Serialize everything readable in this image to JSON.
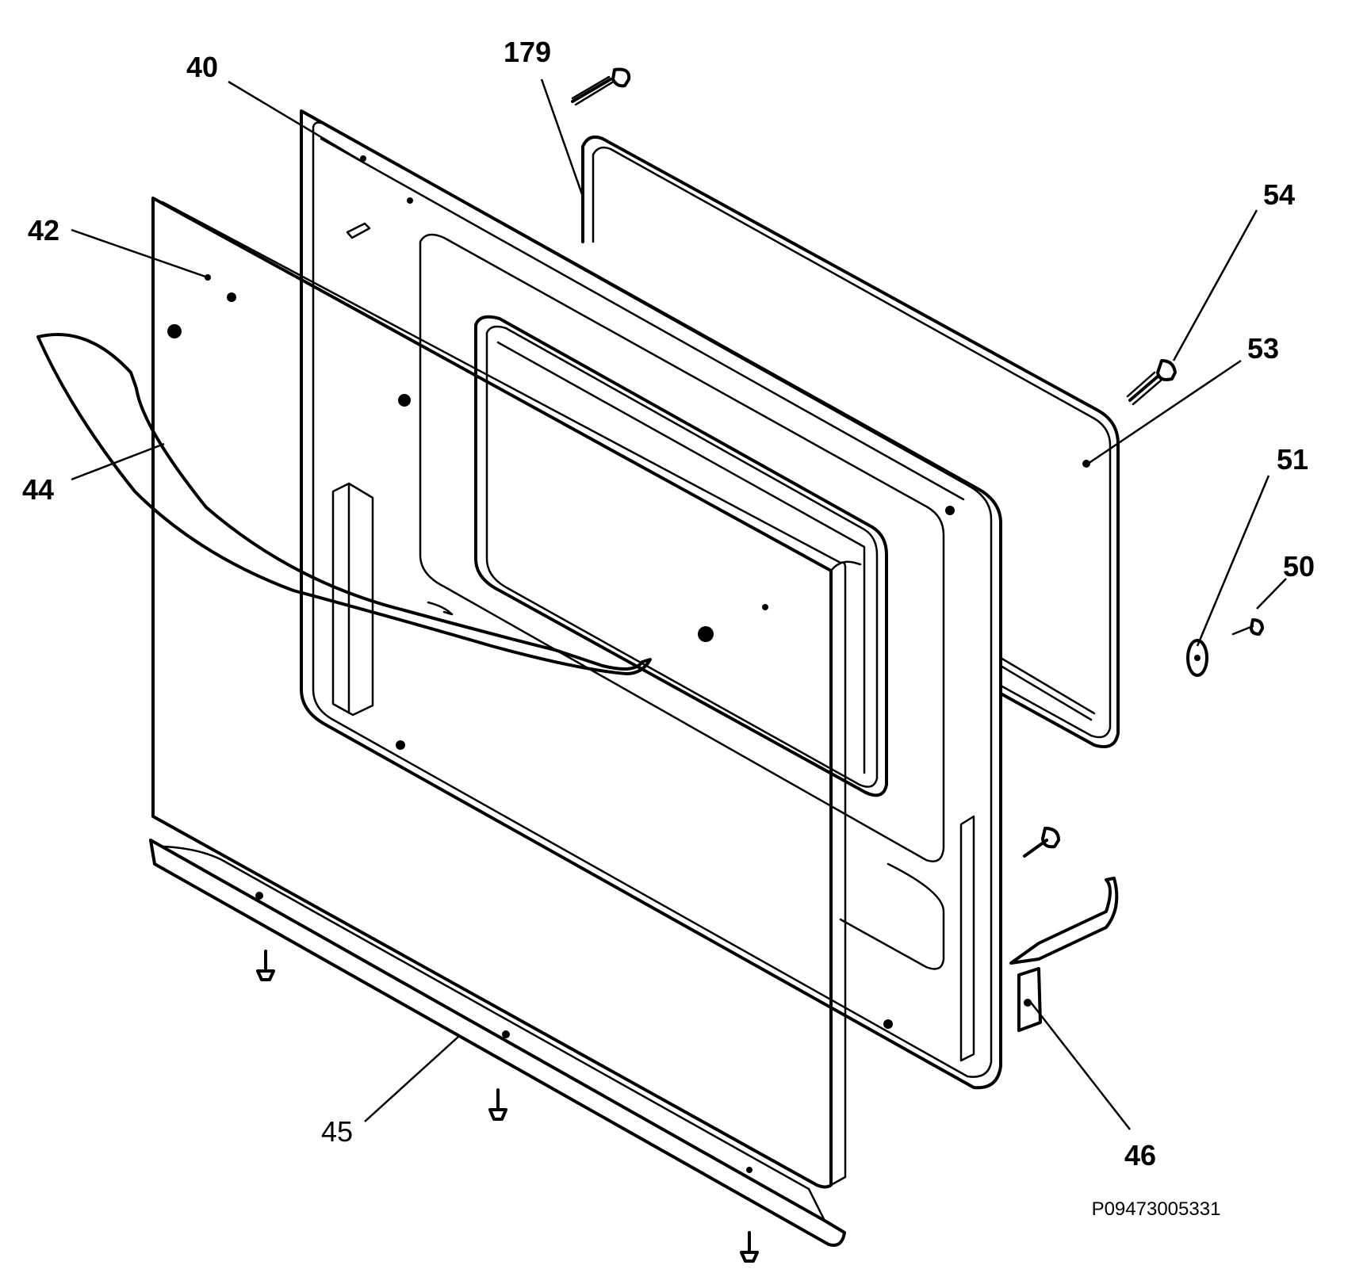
{
  "diagram": {
    "labels": {
      "p40": "40",
      "p179": "179",
      "p42": "42",
      "p44": "44",
      "p54": "54",
      "p53": "53",
      "p51": "51",
      "p50": "50",
      "p45": "45",
      "p46": "46"
    },
    "drawing_code": "P09473005331"
  }
}
